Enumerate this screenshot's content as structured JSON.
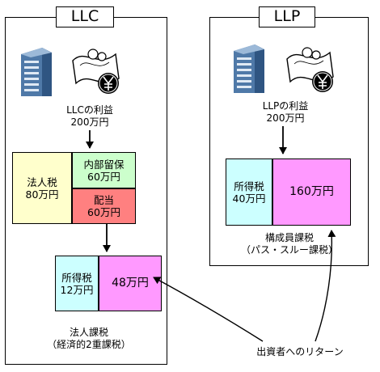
{
  "llc": {
    "title": "LLC",
    "profit_label": "LLCの利益",
    "profit_value": "200万円",
    "corporate_tax": {
      "label": "法人税",
      "value": "80万円"
    },
    "retained": {
      "label": "内部留保",
      "value": "60万円"
    },
    "dividend": {
      "label": "配当",
      "value": "60万円"
    },
    "income_tax": {
      "label": "所得税",
      "value": "12万円"
    },
    "return_value": "48万円",
    "caption_line1": "法人課税",
    "caption_line2": "（経済的2重課税）"
  },
  "llp": {
    "title": "LLP",
    "profit_label": "LLPの利益",
    "profit_value": "200万円",
    "income_tax": {
      "label": "所得税",
      "value": "40万円"
    },
    "return_value": "160万円",
    "caption_line1": "構成員課税",
    "caption_line2": "（パス・スルー課税）"
  },
  "return_label": "出資者へのリターン",
  "icons": {
    "building": "office-building-icon",
    "money": "yen-money-icon"
  },
  "colors": {
    "corporate_tax": "#ffffcc",
    "retained": "#ccffcc",
    "dividend": "#ff8080",
    "income_tax": "#ccffff",
    "return": "#ff99ff",
    "building": "#6d8fb8"
  }
}
